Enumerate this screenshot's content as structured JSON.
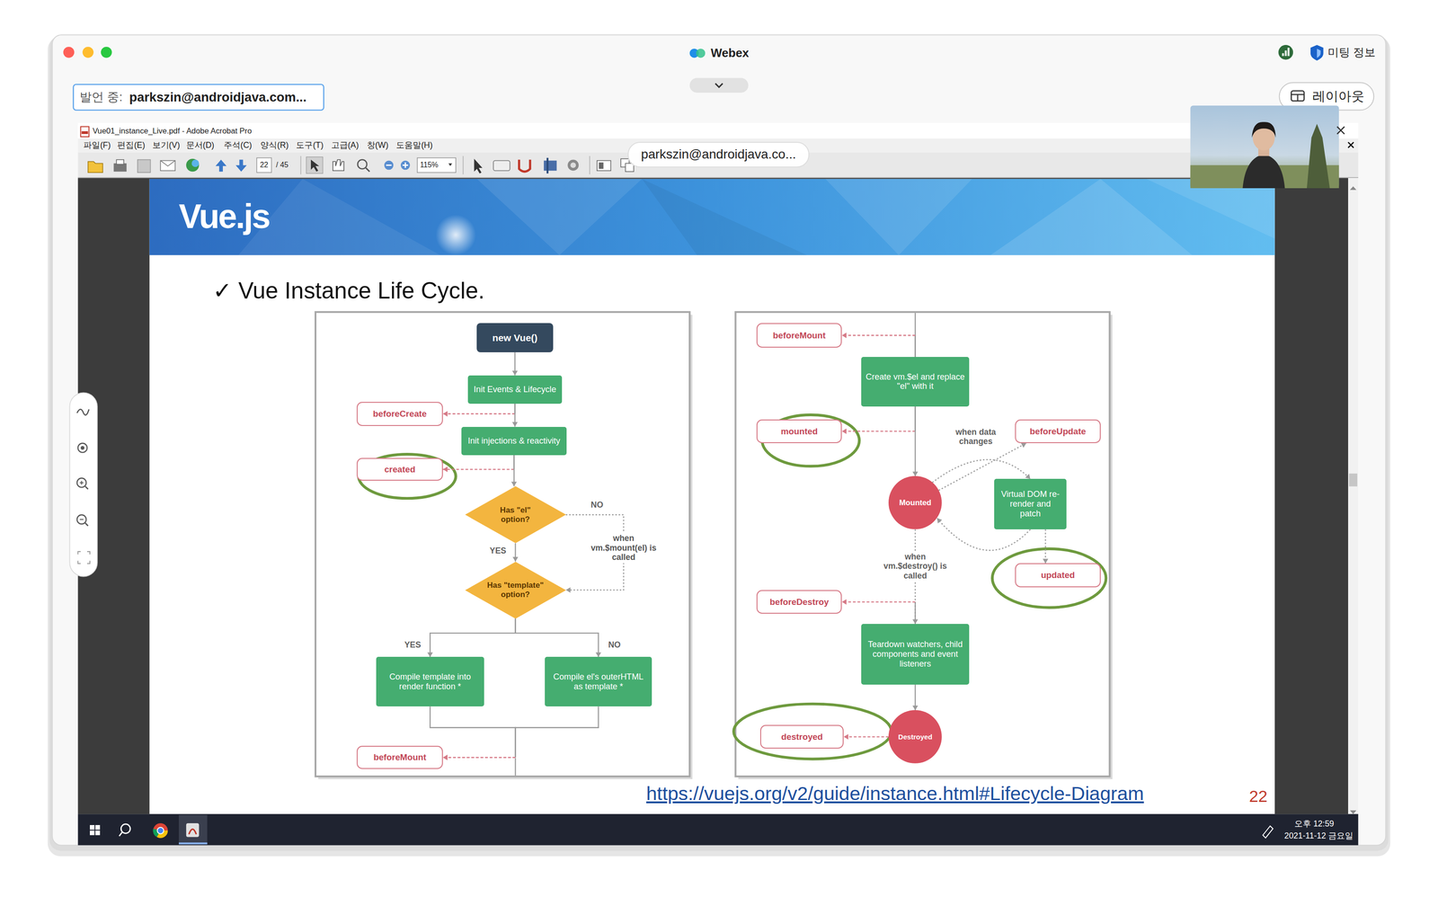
{
  "diagram": {
    "title": "✓ Vue Instance Life Cycle.",
    "nodes": [
      {
        "text": [
          "new Vue()"
        ]
      },
      {
        "text": [
          "Init Events & Lifecycle"
        ]
      },
      {
        "text": [
          "beforeCreate"
        ]
      },
      {
        "text": [
          "Init injections & reactivity"
        ]
      },
      {
        "text": [
          "created"
        ]
      },
      {
        "text": [
          "Has \"el\" option?"
        ]
      },
      {
        "text": [
          "Has \"template\" option?"
        ]
      },
      {
        "text": [
          "Compile template into render function *"
        ]
      },
      {
        "text": [
          "Compile el's outerHTML as template *"
        ]
      },
      {
        "text": [
          "beforeMount"
        ]
      },
      {
        "text": [
          "beforeMount"
        ]
      },
      {
        "text": [
          "Create vm.$el and replace \"el\" with it"
        ]
      },
      {
        "text": [
          "mounted"
        ]
      },
      {
        "text": [
          "beforeUpdate"
        ]
      },
      {
        "text": [
          "Mounted"
        ]
      },
      {
        "text": [
          "Virtual DOM re-render and patch"
        ]
      },
      {
        "text": [
          "updated"
        ]
      },
      {
        "text": [
          "beforeDestroy"
        ]
      },
      {
        "text": [
          "Teardown watchers, child components and event listeners"
        ]
      },
      {
        "text": [
          "destroyed"
        ]
      },
      {
        "text": [
          "Destroyed"
        ]
      }
    ],
    "edges": [
      {
        "from": 0,
        "to": 1,
        "arrow": "to"
      },
      {
        "from": 1,
        "to": 2,
        "arrow": "to"
      },
      {
        "from": 1,
        "to": 3,
        "arrow": "to"
      },
      {
        "from": 3,
        "to": 4,
        "arrow": "to"
      },
      {
        "from": 3,
        "to": 5,
        "arrow": "to"
      },
      {
        "from": 5,
        "to": 6,
        "label": "YES",
        "arrow": "to"
      },
      {
        "from": 5,
        "to": 6,
        "label": "NO",
        "arrow": "to"
      },
      {
        "from": 6,
        "to": 7,
        "label": "YES",
        "arrow": "to"
      },
      {
        "from": 6,
        "to": 8,
        "label": "NO",
        "arrow": "to"
      },
      {
        "from": 7,
        "to": 9,
        "arrow": "to"
      },
      {
        "from": 8,
        "to": 9,
        "arrow": "to"
      },
      {
        "from": 11,
        "to": 10,
        "arrow": "to"
      },
      {
        "from": 11,
        "to": 12,
        "arrow": "to"
      },
      {
        "from": 11,
        "to": 14,
        "arrow": "to"
      },
      {
        "from": 14,
        "to": 15,
        "label": "when data changes",
        "arrow": "to"
      },
      {
        "from": 14,
        "to": 13,
        "arrow": "to"
      },
      {
        "from": 15,
        "to": 14,
        "arrow": "to"
      },
      {
        "from": 15,
        "to": 16,
        "arrow": "to"
      },
      {
        "from": 14,
        "to": 18,
        "label": "when vm.$destroy() is called",
        "arrow": "to"
      },
      {
        "from": 18,
        "to": 17,
        "arrow": "to"
      },
      {
        "from": 18,
        "to": 20,
        "arrow": "to"
      },
      {
        "from": 20,
        "to": 19,
        "arrow": "to"
      }
    ],
    "labels": [
      "Webex",
      "미팅 정보",
      "발언 중:",
      "parkszin@androidjava.com...",
      "레이아웃",
      "Vue01_instance_Live.pdf - Adobe Acrobat Pro",
      "파일(F)",
      "편집(E)",
      "보기(V)",
      "문서(D)",
      "주석(C)",
      "양식(R)",
      "도구(T)",
      "고급(A)",
      "창(W)",
      "도움말(H)",
      "22",
      "/ 45",
      "115%",
      "parkszin@androidjava.co...",
      "Vue.js",
      "when vm.$mount(el) is called",
      "https://vuejs.org/v2/guide/instance.html#Lifecycle-Diagram",
      "22",
      "오후 12:59",
      "2021-11-12 금요일"
    ]
  }
}
